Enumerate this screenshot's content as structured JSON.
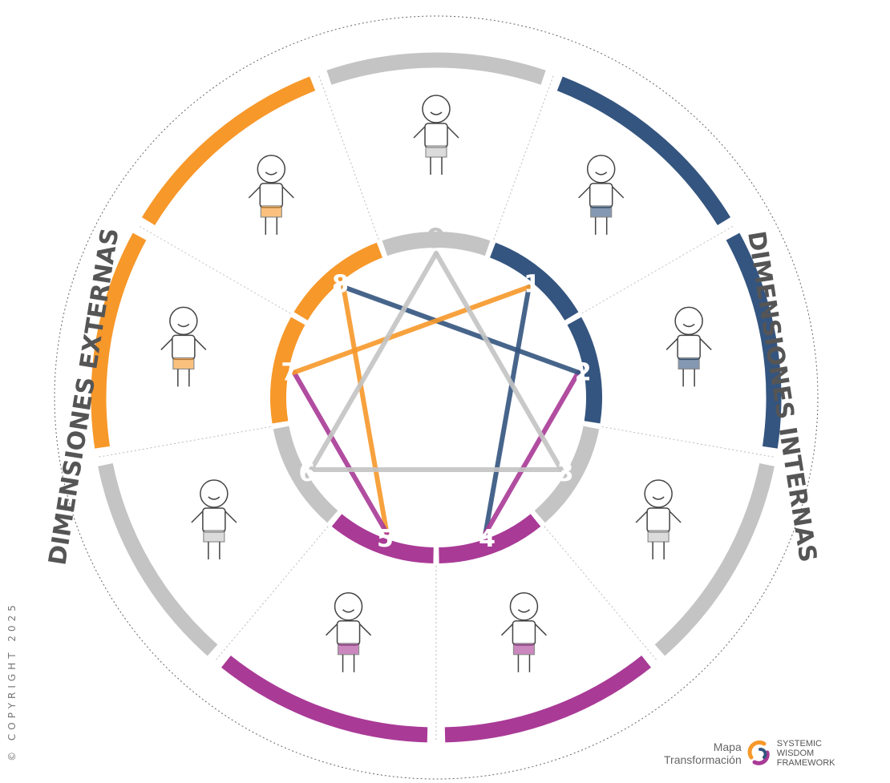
{
  "labels": {
    "left": "DIMENSIONES EXTERNAS",
    "right": "DIMENSIONES INTERNAS",
    "copyright": "© COPYRIGHT 2025"
  },
  "brand": {
    "title_line1": "Mapa",
    "title_line2": "Transformación",
    "fw_line1": "SYSTEMIC",
    "fw_line2": "WISDOM",
    "fw_line3": "FRAMEWORK"
  },
  "colors": {
    "blue": "#34557f",
    "orange": "#f7982a",
    "purple": "#a93a96",
    "gray": "#c4c4c4"
  },
  "points": [
    {
      "n": "9",
      "color": "gray"
    },
    {
      "n": "1",
      "color": "blue"
    },
    {
      "n": "2",
      "color": "blue"
    },
    {
      "n": "3",
      "color": "gray"
    },
    {
      "n": "4",
      "color": "purple"
    },
    {
      "n": "5",
      "color": "purple"
    },
    {
      "n": "6",
      "color": "gray"
    },
    {
      "n": "7",
      "color": "orange"
    },
    {
      "n": "8",
      "color": "orange"
    }
  ],
  "connections": [
    [
      "1",
      "4"
    ],
    [
      "4",
      "2"
    ],
    [
      "2",
      "8"
    ],
    [
      "8",
      "5"
    ],
    [
      "5",
      "7"
    ],
    [
      "7",
      "1"
    ],
    [
      "9",
      "3"
    ],
    [
      "3",
      "6"
    ],
    [
      "6",
      "9"
    ]
  ]
}
